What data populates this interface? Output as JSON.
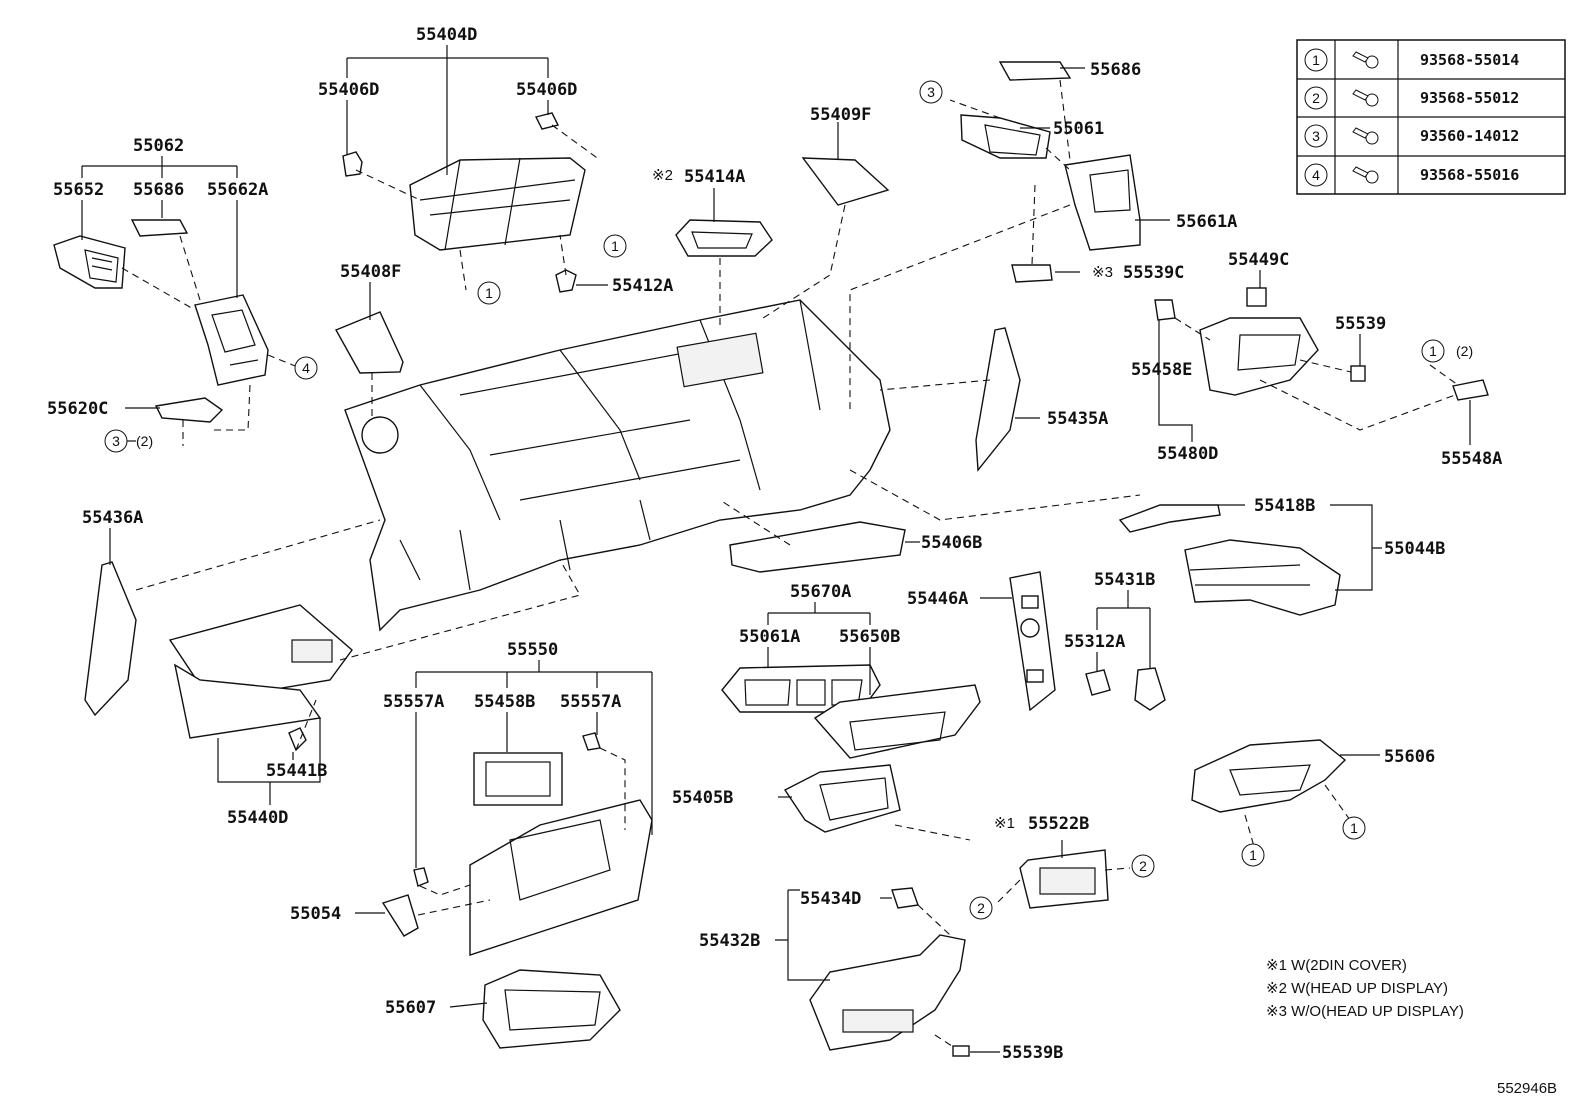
{
  "labels": {
    "p55404D": "55404D",
    "p55406D_a": "55406D",
    "p55406D_b": "55406D",
    "p55409F": "55409F",
    "p55686_top": "55686",
    "p55061": "55061",
    "p55062": "55062",
    "p55652": "55652",
    "p55686_left": "55686",
    "p55662A": "55662A",
    "p55414A": "55414A",
    "p55661A": "55661A",
    "p55412A": "55412A",
    "p55539C": "55539C",
    "p55449C": "55449C",
    "p55408F": "55408F",
    "p55539": "55539",
    "p55458E": "55458E",
    "p55620C": "55620C",
    "p55435A": "55435A",
    "p55480D": "55480D",
    "p55548A": "55548A",
    "p55418B": "55418B",
    "p55436A": "55436A",
    "p55044B": "55044B",
    "p55406B": "55406B",
    "p55670A": "55670A",
    "p55431B": "55431B",
    "p55446A": "55446A",
    "p55061A": "55061A",
    "p55650B": "55650B",
    "p55312A": "55312A",
    "p55550": "55550",
    "p55557A_a": "55557A",
    "p55458B": "55458B",
    "p55557A_b": "55557A",
    "p55441B": "55441B",
    "p55606": "55606",
    "p55440D": "55440D",
    "p55405B": "55405B",
    "p55522B": "55522B",
    "p55054": "55054",
    "p55434D": "55434D",
    "p55432B": "55432B",
    "p55607": "55607",
    "p55539B": "55539B"
  },
  "marks": {
    "m1": "※1",
    "m2": "※2",
    "m3": "※3",
    "suffix2": "(2)"
  },
  "callouts": {
    "c1": "1",
    "c2": "2",
    "c3": "3",
    "c4": "4"
  },
  "screw_table": [
    {
      "key": "1",
      "part": "93568-55014"
    },
    {
      "key": "2",
      "part": "93568-55012"
    },
    {
      "key": "3",
      "part": "93560-14012"
    },
    {
      "key": "4",
      "part": "93568-55016"
    }
  ],
  "notes": [
    "※1 W(2DIN COVER)",
    "※2 W(HEAD UP DISPLAY)",
    "※3 W/O(HEAD UP DISPLAY)"
  ],
  "diagram_id": "552946B"
}
